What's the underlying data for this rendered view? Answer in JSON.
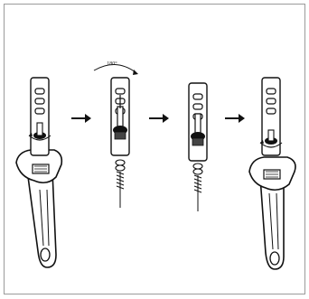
{
  "diagram": {
    "rotation_label": "180°",
    "steps": [
      {
        "name": "wrench-holding-bracket"
      },
      {
        "name": "rotate-bolt"
      },
      {
        "name": "seat-bolt"
      },
      {
        "name": "wrench-reapplied"
      }
    ]
  }
}
